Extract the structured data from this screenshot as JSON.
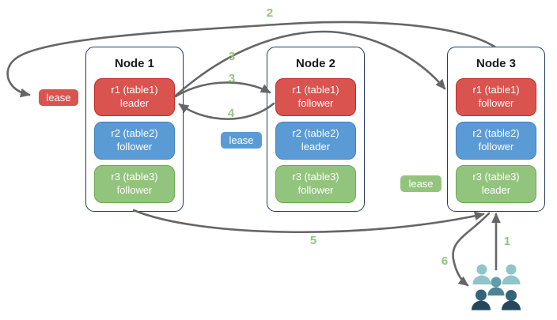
{
  "diagram_title": "raft-leaders-and-leaseholders-diagram",
  "nodes": [
    {
      "title": "Node 1",
      "ranges": [
        {
          "line1": "r1 (table1)",
          "line2": "leader",
          "color": "red"
        },
        {
          "line1": "r2 (table2)",
          "line2": "follower",
          "color": "blue"
        },
        {
          "line1": "r3 (table3)",
          "line2": "follower",
          "color": "green"
        }
      ]
    },
    {
      "title": "Node 2",
      "ranges": [
        {
          "line1": "r1 (table1)",
          "line2": "follower",
          "color": "red"
        },
        {
          "line1": "r2 (table2)",
          "line2": "leader",
          "color": "blue"
        },
        {
          "line1": "r3 (table3)",
          "line2": "follower",
          "color": "green"
        }
      ]
    },
    {
      "title": "Node 3",
      "ranges": [
        {
          "line1": "r1 (table1)",
          "line2": "follower",
          "color": "red"
        },
        {
          "line1": "r2 (table2)",
          "line2": "follower",
          "color": "blue"
        },
        {
          "line1": "r3 (table3)",
          "line2": "leader",
          "color": "green"
        }
      ]
    }
  ],
  "leases": [
    {
      "label": "lease",
      "color": "red"
    },
    {
      "label": "lease",
      "color": "blue"
    },
    {
      "label": "lease",
      "color": "green"
    }
  ],
  "steps": [
    {
      "label": "1"
    },
    {
      "label": "2"
    },
    {
      "label": "3"
    },
    {
      "label": "3"
    },
    {
      "label": "4"
    },
    {
      "label": "5"
    },
    {
      "label": "6"
    }
  ],
  "icons": {
    "users_group": "users-group-icon"
  },
  "colors": {
    "red_fill": "#D9534F",
    "red_border": "#C22B2B",
    "blue_fill": "#5B9BD5",
    "blue_border": "#3F7FC1",
    "green_fill": "#93C47D",
    "green_border": "#6CA953",
    "node_border": "#24395E",
    "arrow": "#666666",
    "step_label": "#93C47D",
    "users_light": "#8FC4C8",
    "users_medium_head": "#5E9DA9",
    "users_medium_body": "#4E8394",
    "users_dark_head": "#34647A",
    "users_dark_body": "#25485C"
  }
}
